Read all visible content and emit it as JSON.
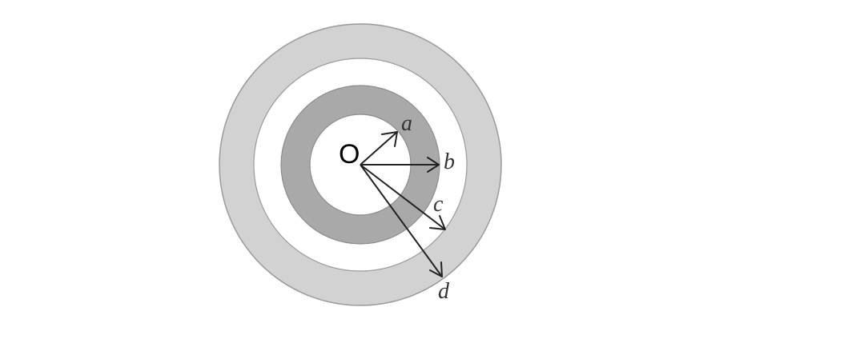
{
  "diagram": {
    "origin_label": "O",
    "vectors": [
      {
        "id": "a",
        "label": "a"
      },
      {
        "id": "b",
        "label": "b"
      },
      {
        "id": "c",
        "label": "c"
      },
      {
        "id": "d",
        "label": "d"
      }
    ]
  }
}
